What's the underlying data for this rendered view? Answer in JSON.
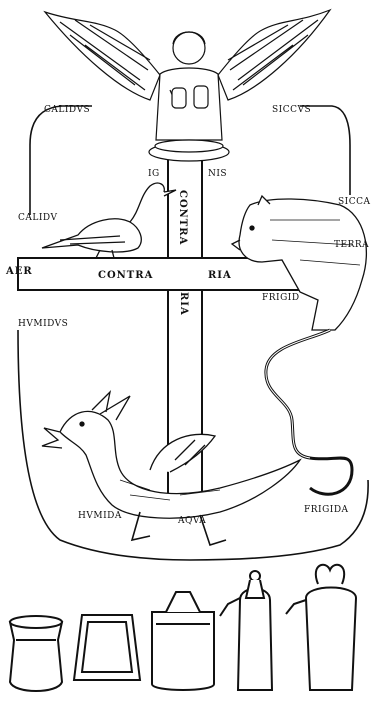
{
  "labels": {
    "calidus": "CALIDVS",
    "siccus": "SICCVS",
    "ig": "IG",
    "nis": "NIS",
    "contra_vertical": "CONTRA",
    "calidu_small": "CALIDV",
    "sicca": "SICCA",
    "terra": "TERRA",
    "aer": "AER",
    "contra_horizontal": "CONTRA",
    "ria_horizontal": "RIA",
    "frigid": "FRIGID",
    "ria_vertical": "RIA",
    "humidus": "HVMIDVS",
    "humida": "HVMIDA",
    "aqua": "AQVA",
    "frigida": "FRIGIDA"
  },
  "figures": {
    "top": "winged-angel",
    "left": "crane-bird",
    "right": "bear",
    "bottom": "dragon"
  },
  "vessels": [
    "jar",
    "trapezoid-box",
    "lidded-jar",
    "spouted-alembic-1",
    "spouted-alembic-2"
  ]
}
